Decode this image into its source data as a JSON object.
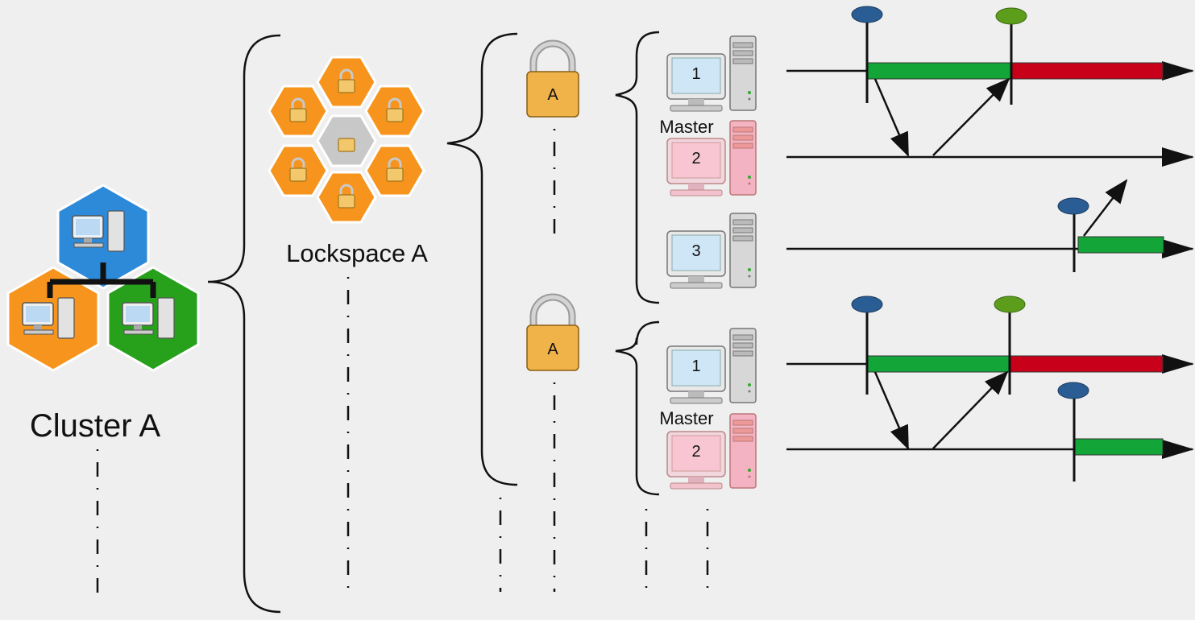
{
  "colors": {
    "background": "#efefef",
    "hex_orange": "#f7941d",
    "hex_gray": "#c8c8c8",
    "hex_blue": "#2d8ad8",
    "hex_green": "#27a01c",
    "lock_gold": "#f0b34a",
    "bar_green": "#13a538",
    "bar_red": "#c8001a",
    "marker_blue": "#2a5d94",
    "marker_green": "#5c9d1c",
    "pc_blue": "#cfe6f7",
    "pc_pink": "#f8c6d2"
  },
  "cluster": {
    "label": "Cluster A"
  },
  "lockspace": {
    "label": "Lockspace A"
  },
  "locks": [
    {
      "letter": "A"
    },
    {
      "letter": "A"
    }
  ],
  "groups": [
    {
      "nodes": [
        {
          "number": "1",
          "role": "",
          "color": "pc_blue"
        },
        {
          "number": "2",
          "role": "Master",
          "color": "pc_pink"
        },
        {
          "number": "3",
          "role": "",
          "color": "pc_blue"
        }
      ]
    },
    {
      "nodes": [
        {
          "number": "1",
          "role": "",
          "color": "pc_blue"
        },
        {
          "number": "2",
          "role": "Master",
          "color": "pc_pink"
        }
      ]
    }
  ],
  "icons": {
    "cluster": "computer-cluster-icon",
    "lockspace": "lock-hexagon-cluster-icon",
    "lock": "padlock-icon",
    "node": "desktop-computer-icon"
  }
}
